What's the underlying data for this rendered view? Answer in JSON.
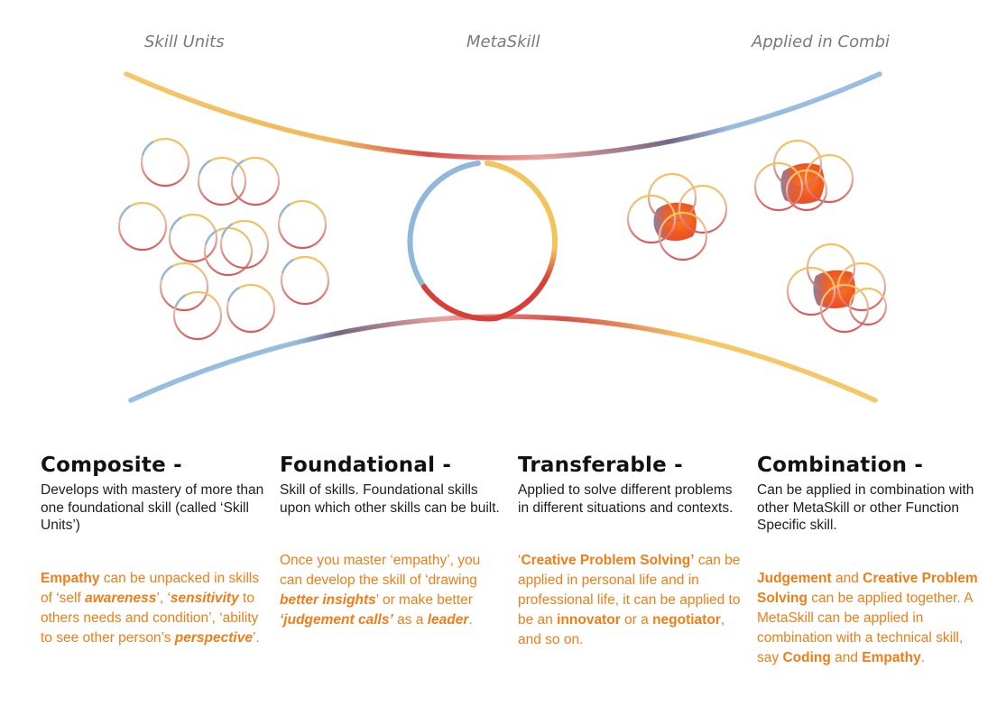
{
  "top_labels": {
    "skill_units": "Skill Units",
    "metaskill": "MetaSkill",
    "applied": "Applied in Combi"
  },
  "colors": {
    "gold": "#f3c35c",
    "red": "#d7403a",
    "pink": "#e79a96",
    "blue": "#8fb8dc",
    "plum": "#6b5a78",
    "orange_text": "#f07d18"
  },
  "columns": [
    {
      "title": "Composite -",
      "desc": "Develops with mastery of more than one foundational skill (called ‘Skill Units’)",
      "example": [
        {
          "t": "Empathy",
          "s": "b"
        },
        {
          "t": " can be unpacked in skills of ‘self "
        },
        {
          "t": "awareness",
          "s": "bi"
        },
        {
          "t": "’, ‘"
        },
        {
          "t": "sensitivity",
          "s": "bi"
        },
        {
          "t": " to others needs and condition’, ‘ability to see other person’s "
        },
        {
          "t": "perspective",
          "s": "bi"
        },
        {
          "t": "’."
        }
      ]
    },
    {
      "title": "Foundational -",
      "desc": "Skill of skills. Foundational skills upon which other skills can be built.",
      "example": [
        {
          "t": "Once you master ‘empathy’, you can develop the skill of ‘drawing "
        },
        {
          "t": "better insights",
          "s": "bi"
        },
        {
          "t": "’ or make better "
        },
        {
          "t": "‘judgement calls’",
          "s": "bi"
        },
        {
          "t": " as a "
        },
        {
          "t": "leader",
          "s": "bi"
        },
        {
          "t": "."
        }
      ]
    },
    {
      "title": "Transferable -",
      "desc": "Applied to solve different problems in different situations and contexts.",
      "example": [
        {
          "t": "‘"
        },
        {
          "t": "Creative Problem Solving’",
          "s": "b"
        },
        {
          "t": " can be applied in personal life and in professional life, it can be applied to be an "
        },
        {
          "t": "innovator",
          "s": "b"
        },
        {
          "t": " or a "
        },
        {
          "t": "negotiator",
          "s": "b"
        },
        {
          "t": ", and so on."
        }
      ]
    },
    {
      "title": "Combination -",
      "desc": "Can be applied in combination with other MetaSkill or other Function Specific skill.",
      "example": [
        {
          "t": "Judgement",
          "s": "b"
        },
        {
          "t": " and "
        },
        {
          "t": "Creative Problem Solving",
          "s": "b"
        },
        {
          "t": " can be applied together. A MetaSkill can be applied in combination with a technical skill, say "
        },
        {
          "t": "Coding",
          "s": "b"
        },
        {
          "t": " and "
        },
        {
          "t": "Empathy",
          "s": "b"
        },
        {
          "t": "."
        }
      ]
    }
  ]
}
